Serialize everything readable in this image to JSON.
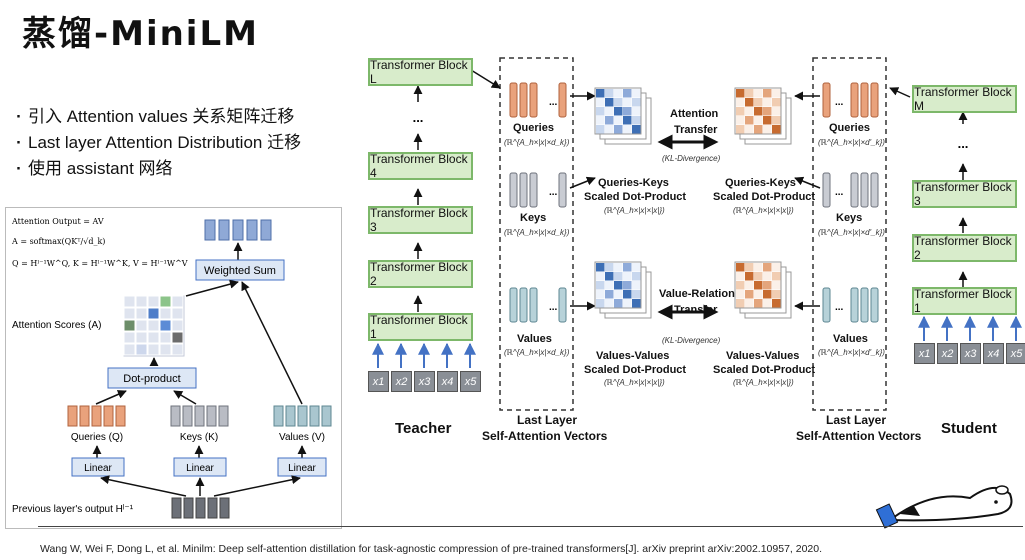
{
  "title": "蒸馏-MiniLM",
  "bullets": [
    "引入 Attention values 关系矩阵迁移",
    "Last layer Attention Distribution 迁移",
    "使用 assistant 网络"
  ],
  "inset": {
    "eq1": "Attention Output = AV",
    "eq2": "A = softmax(QKᵀ/√d_k)",
    "eq3": "Q = Hˡ⁻¹W^Q, K = Hˡ⁻¹W^K, V = Hˡ⁻¹W^V",
    "weighted_sum": "Weighted Sum",
    "attention_scores": "Attention Scores (A)",
    "dot_product": "Dot-product",
    "queries": "Queries (Q)",
    "keys": "Keys (K)",
    "values": "Values (V)",
    "linear": "Linear",
    "prev_output": "Previous layer's output Hˡ⁻¹"
  },
  "teacher": {
    "blocks": [
      "Transformer Block L",
      "Transformer Block 4",
      "Transformer Block 3",
      "Transformer Block 2",
      "Transformer Block 1"
    ],
    "label": "Teacher"
  },
  "student": {
    "blocks": [
      "Transformer Block M",
      "Transformer Block 3",
      "Transformer Block 2",
      "Transformer Block 1"
    ],
    "label": "Student"
  },
  "inputs": [
    "x1",
    "x2",
    "x3",
    "x4",
    "x5"
  ],
  "ellipsis": "...",
  "center": {
    "queries": "Queries",
    "queries_dim_t": "(ℝ^{A_h×|x|×d_k})",
    "queries_dim_s": "(ℝ^{A_h×|x|×d'_k})",
    "keys": "Keys",
    "keys_dim_t": "(ℝ^{A_h×|x|×d_k})",
    "keys_dim_s": "(ℝ^{A_h×|x|×d'_k})",
    "values": "Values",
    "values_dim_t": "(ℝ^{A_h×|x|×d_k})",
    "values_dim_s": "(ℝ^{A_h×|x|×d'_k})",
    "qk": "Queries-Keys",
    "qk2": "Scaled Dot-Product",
    "qk_dim": "(ℝ^{A_h×|x|×|x|})",
    "vv": "Values-Values",
    "vv2": "Scaled Dot-Product",
    "vv_dim": "(ℝ^{A_h×|x|×|x|})",
    "att_transfer1": "Attention",
    "att_transfer2": "Transfer",
    "kl1": "(KL-Divergence)",
    "vr_transfer1": "Value-Relation",
    "vr_transfer2": "Transfer",
    "kl2": "(KL-Divergence)",
    "last_layer1": "Last Layer",
    "last_layer2": "Self-Attention Vectors"
  },
  "footer": "Wang W, Wei F, Dong L, et al. Minilm: Deep self-attention distillation for task-agnostic compression of pre-trained transformers[J]. arXiv preprint arXiv:2002.10957, 2020.",
  "colors": {
    "block_fill": "#d8eccb",
    "block_border": "#7db86a",
    "query": "#e9a27c",
    "key": "#b9bcc4",
    "value": "#a9c6cf",
    "blue_matrix": "#3e6fb5",
    "orange_matrix": "#d98a55",
    "arrow_blue": "#4472c4"
  }
}
